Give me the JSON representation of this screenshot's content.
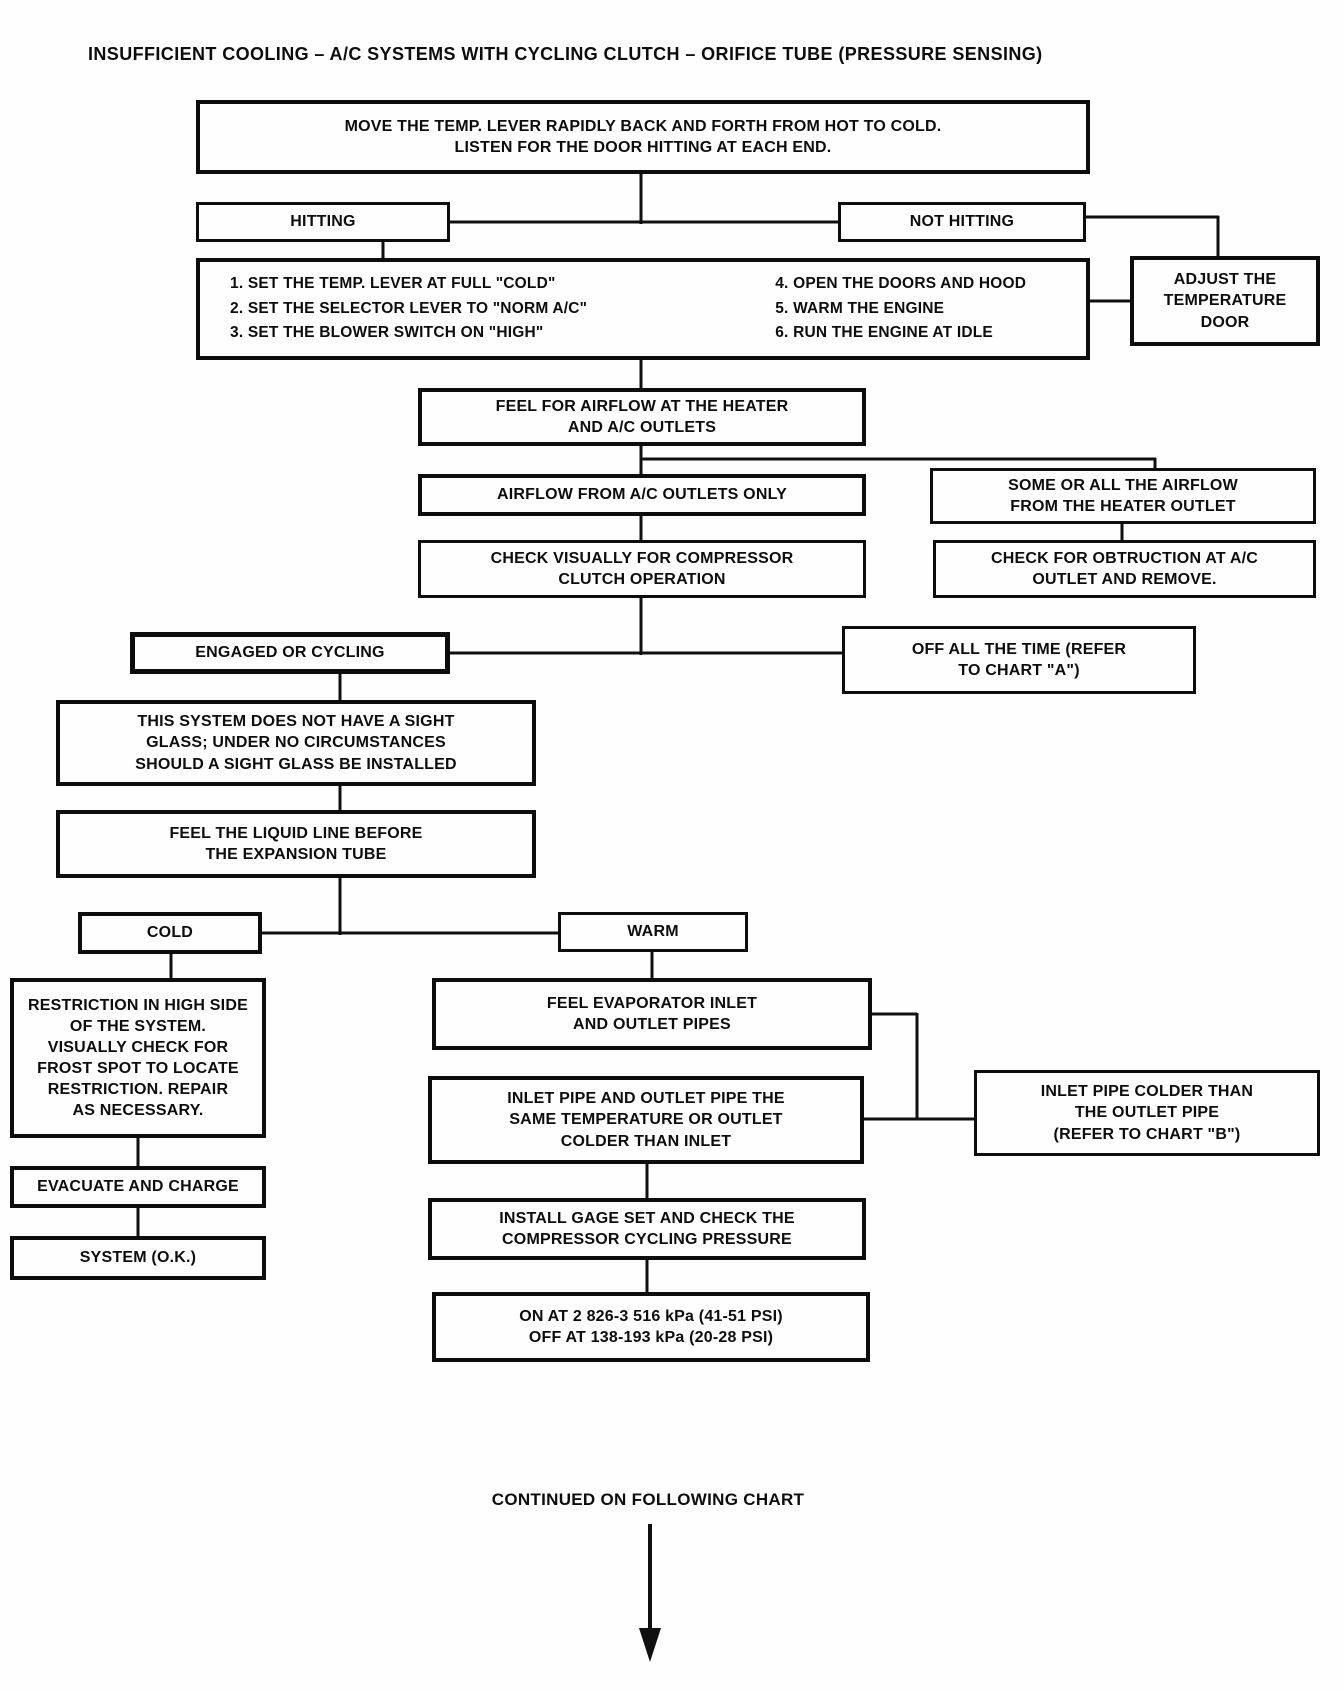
{
  "title": "INSUFFICIENT COOLING – A/C SYSTEMS WITH CYCLING CLUTCH – ORIFICE TUBE (PRESSURE SENSING)",
  "nodes": {
    "move": "MOVE THE TEMP. LEVER RAPIDLY BACK AND FORTH FROM HOT TO COLD.\nLISTEN FOR THE DOOR HITTING AT EACH END.",
    "hitting": "HITTING",
    "not_hitting": "NOT HITTING",
    "steps": {
      "left": [
        "1. SET THE TEMP. LEVER AT FULL \"COLD\"",
        "2. SET THE SELECTOR LEVER TO \"NORM A/C\"",
        "3. SET THE BLOWER SWITCH ON \"HIGH\""
      ],
      "right": [
        "4. OPEN THE DOORS AND HOOD",
        "5. WARM THE ENGINE",
        "6. RUN THE ENGINE AT IDLE"
      ]
    },
    "adjust": "ADJUST THE\nTEMPERATURE\nDOOR",
    "feel_airflow": "FEEL FOR AIRFLOW AT THE HEATER\nAND A/C OUTLETS",
    "airflow_ac_only": "AIRFLOW FROM A/C OUTLETS ONLY",
    "some_airflow_heater": "SOME OR ALL THE AIRFLOW\nFROM THE HEATER OUTLET",
    "check_clutch": "CHECK VISUALLY FOR COMPRESSOR\nCLUTCH OPERATION",
    "check_obstruction": "CHECK FOR OBTRUCTION AT A/C\nOUTLET AND REMOVE.",
    "engaged": "ENGAGED OR CYCLING",
    "off_all_time": "OFF ALL THE TIME (REFER\nTO CHART \"A\")",
    "sight_glass": "THIS SYSTEM DOES NOT HAVE A SIGHT\nGLASS; UNDER NO CIRCUMSTANCES\nSHOULD A SIGHT GLASS BE INSTALLED",
    "liquid_line": "FEEL THE LIQUID LINE BEFORE\nTHE EXPANSION TUBE",
    "cold": "COLD",
    "warm": "WARM",
    "restriction": "RESTRICTION IN HIGH SIDE\nOF THE SYSTEM.\nVISUALLY CHECK FOR\nFROST SPOT TO LOCATE\nRESTRICTION. REPAIR\nAS NECESSARY.",
    "evacuate": "EVACUATE AND CHARGE",
    "system_ok": "SYSTEM (O.K.)",
    "feel_evaporator": "FEEL EVAPORATOR INLET\nAND OUTLET PIPES",
    "inlet_same": "INLET PIPE AND OUTLET PIPE THE\nSAME TEMPERATURE OR OUTLET\nCOLDER THAN INLET",
    "inlet_colder": "INLET PIPE COLDER THAN\nTHE OUTLET PIPE\n(REFER TO CHART \"B\")",
    "install_gage": "INSTALL GAGE SET AND CHECK THE\nCOMPRESSOR CYCLING PRESSURE",
    "pressure_values": "ON AT 2 826-3 516 kPa (41-51 PSI)\nOFF AT 138-193 kPa (20-28 PSI)"
  },
  "footer": {
    "continued": "CONTINUED ON FOLLOWING CHART"
  },
  "colors": {
    "ink": "#0d0d0d",
    "paper": "#fefefe"
  }
}
